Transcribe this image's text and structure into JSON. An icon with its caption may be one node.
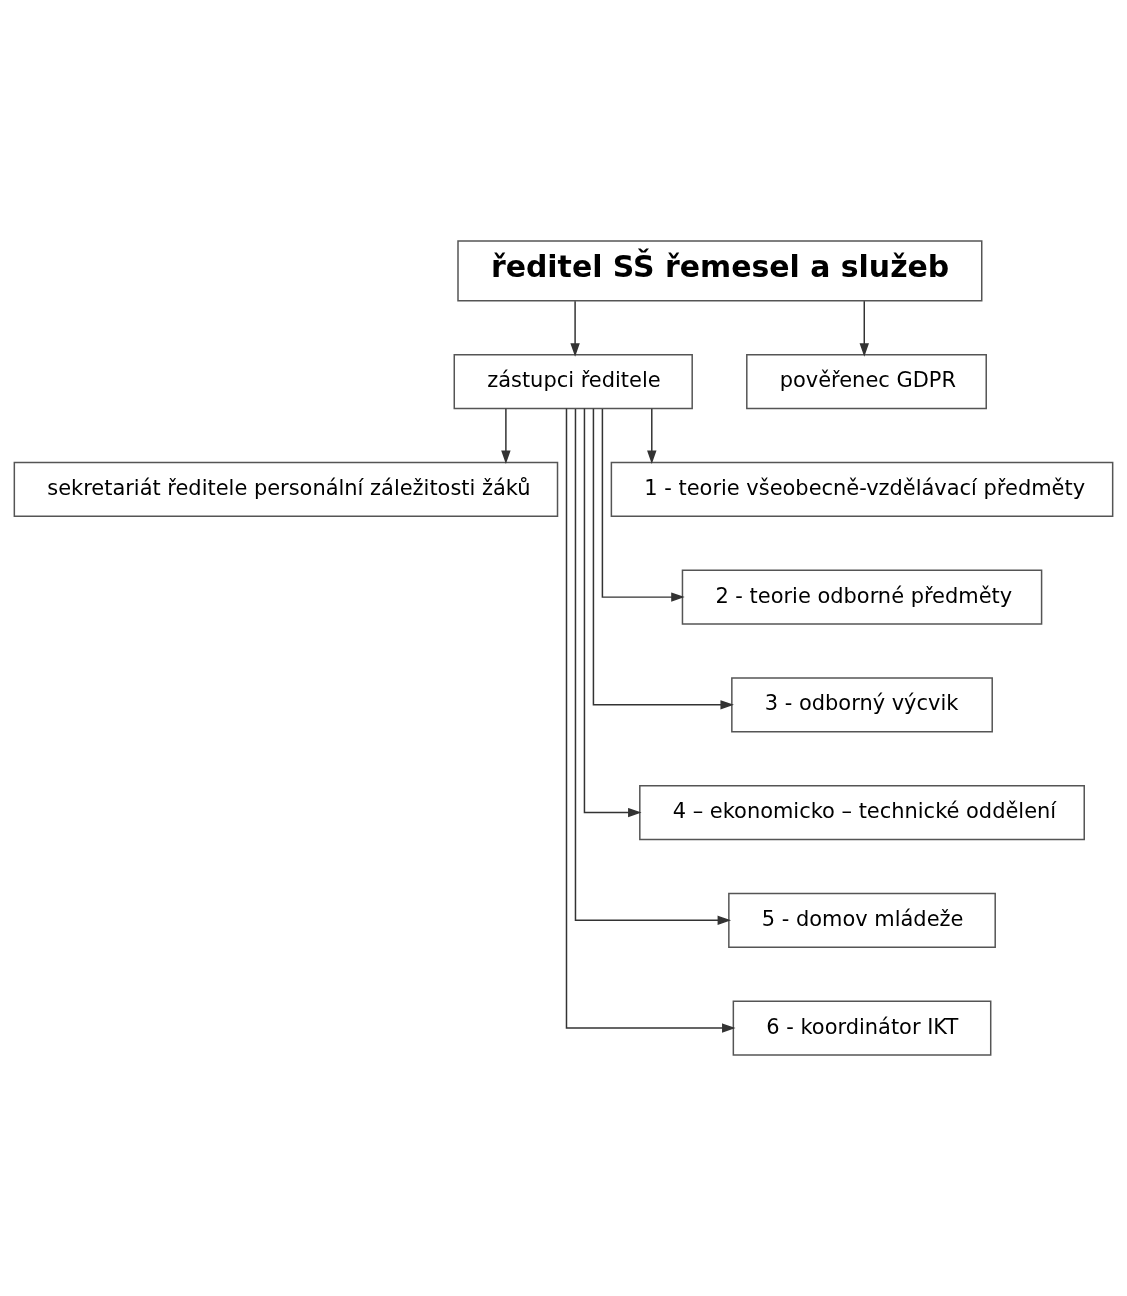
{
  "diagram": {
    "nodes": [
      {
        "text": [
          "ředitel SŠ řemesel a služeb"
        ]
      },
      {
        "text": [
          "zástupci ředitele"
        ]
      },
      {
        "text": [
          "pověřenec GDPR"
        ]
      },
      {
        "text": [
          "sekretariát ředitele personální záležitosti žáků"
        ]
      },
      {
        "text": [
          "1 - teorie všeobecně-vzdělávací předměty"
        ]
      },
      {
        "text": [
          "2 - teorie odborné předměty"
        ]
      },
      {
        "text": [
          "3 - odborný výcvik"
        ]
      },
      {
        "text": [
          "4 – ekonomicko – technické oddělení"
        ]
      },
      {
        "text": [
          "5 - domov mládeže"
        ]
      },
      {
        "text": [
          "6 - koordinátor IKT"
        ]
      }
    ],
    "edges": [
      {
        "from": 0,
        "to": 1,
        "arrow": "to"
      },
      {
        "from": 0,
        "to": 2,
        "arrow": "to"
      },
      {
        "from": 1,
        "to": 3,
        "arrow": "to"
      },
      {
        "from": 1,
        "to": 4,
        "arrow": "to"
      },
      {
        "from": 1,
        "to": 5,
        "arrow": "to"
      },
      {
        "from": 1,
        "to": 6,
        "arrow": "to"
      },
      {
        "from": 1,
        "to": 7,
        "arrow": "to"
      },
      {
        "from": 1,
        "to": 8,
        "arrow": "to"
      },
      {
        "from": 1,
        "to": 9,
        "arrow": "to"
      }
    ]
  }
}
